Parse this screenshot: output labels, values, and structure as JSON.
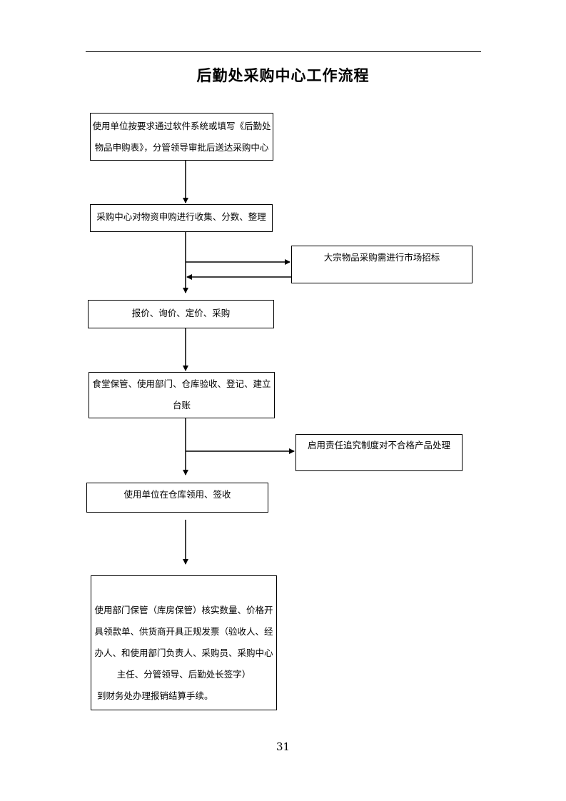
{
  "title": "后勤处采购中心工作流程",
  "steps": {
    "step1": {
      "line1": "使用单位按要求通过软件系统或填写《后勤处",
      "line2": "物品申购表》，分管领导审批后送达采购中心"
    },
    "step2": "采购中心对物资申购进行收集、分数、整理",
    "side_tender": "大宗物品采购需进行市场招标",
    "step3": "报价、询价、定价、采购",
    "step4": {
      "line1": "食堂保管、使用部门、仓库验收、登记、建立",
      "line2": "台账"
    },
    "side_defect": "启用责任追究制度对不合格产品处理",
    "step5": "使用单位在仓库领用、签收",
    "step6": {
      "line1": "使用部门保管（库房保管）核实数量、价格开",
      "line2": "具领款单、供货商开具正规发票（验收人、经",
      "line3": "办人、和使用部门负责人、采购员、采购中心",
      "line4": "主任、分管领导、后勤处长签字）",
      "line5": "到财务处办理报销结算手续。"
    }
  },
  "page_number": "31"
}
